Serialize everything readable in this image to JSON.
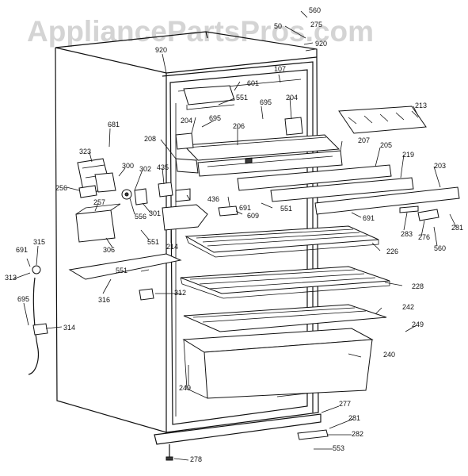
{
  "watermark": "AppliancePartsPros.com",
  "callouts": [
    "560",
    "50",
    "275",
    "920",
    "920",
    "601",
    "107",
    "551",
    "695",
    "204",
    "681",
    "204",
    "695",
    "213",
    "206",
    "208",
    "207",
    "205",
    "219",
    "203",
    "323",
    "300",
    "302",
    "435",
    "256",
    "301",
    "436",
    "691",
    "551",
    "691",
    "281",
    "257",
    "556",
    "609",
    "283",
    "276",
    "560",
    "306",
    "551",
    "214",
    "226",
    "315",
    "691",
    "551",
    "312",
    "228",
    "313",
    "316",
    "695",
    "314",
    "242",
    "249",
    "240",
    "249",
    "277",
    "281",
    "282",
    "553",
    "278"
  ]
}
